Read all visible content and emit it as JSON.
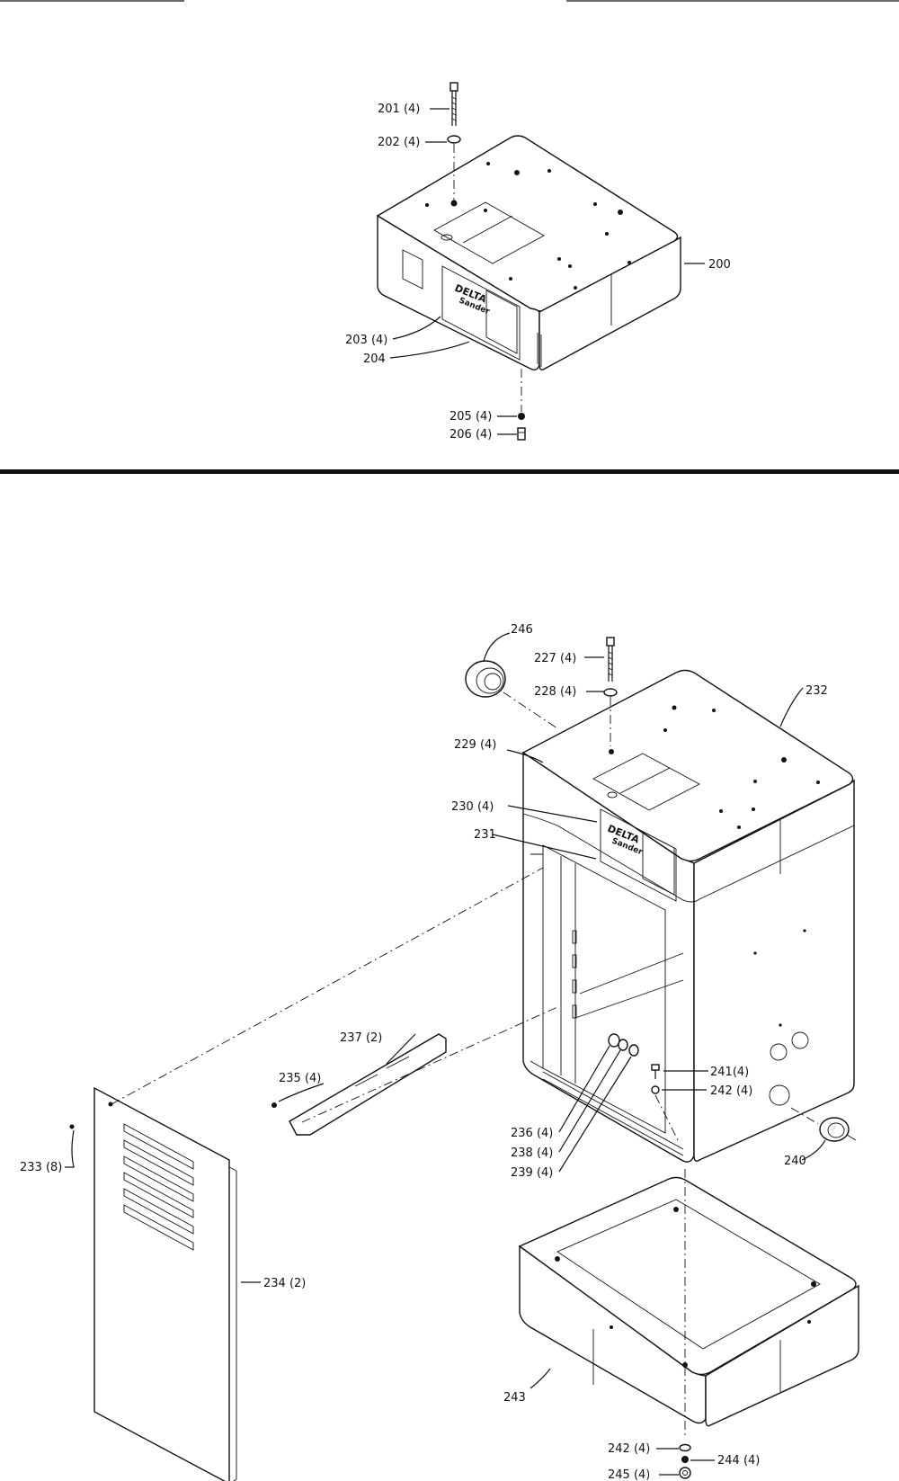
{
  "top_assembly": {
    "labels": {
      "l200": "200",
      "l201": "201 (4)",
      "l202": "202 (4)",
      "l203": "203 (4)",
      "l204": "204",
      "l205": "205 (4)",
      "l206": "206 (4)"
    },
    "nameplate": {
      "brand": "DELTA",
      "product": "Sander"
    }
  },
  "bottom_assembly": {
    "labels": {
      "l227": "227 (4)",
      "l228": "228 (4)",
      "l229": "229 (4)",
      "l230": "230 (4)",
      "l231": "231",
      "l232": "232",
      "l233": "233 (8)",
      "l234": "234 (2)",
      "l235": "235 (4)",
      "l236": "236 (4)",
      "l237": "237 (2)",
      "l238": "238 (4)",
      "l239": "239 (4)",
      "l240": "240",
      "l241": "241(4)",
      "l242a": "242 (4)",
      "l242b": "242 (4)",
      "l243": "243",
      "l244": "244 (4)",
      "l245": "245 (4)",
      "l246": "246"
    },
    "nameplate": {
      "brand": "DELTA",
      "product": "Sander"
    }
  }
}
